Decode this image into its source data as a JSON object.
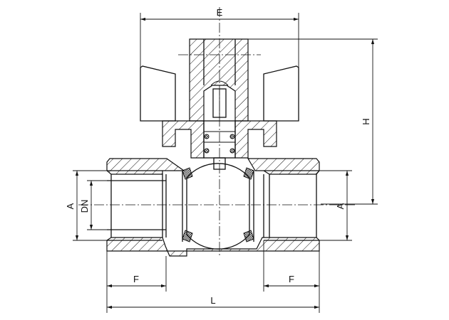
{
  "drawing": {
    "title_hidden": "",
    "dimensions": {
      "top_width": "E",
      "height": "H",
      "port_outer_left": "A",
      "nominal_diameter": "DN",
      "port_outer_right": "A",
      "thread_length_left": "F",
      "thread_length_right": "F",
      "overall_length": "L"
    },
    "stroke_color": "#111111"
  }
}
